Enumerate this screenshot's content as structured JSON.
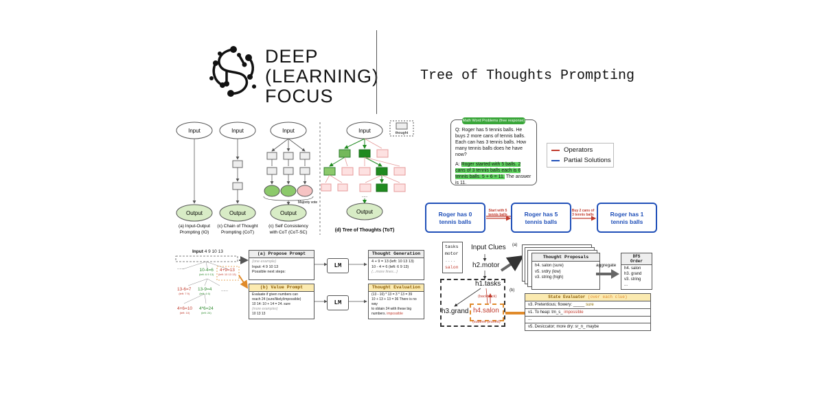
{
  "brand": {
    "line1": "DEEP",
    "line2": "(LEARNING)",
    "line3": "FOCUS"
  },
  "title": "Tree of Thoughts Prompting",
  "panel_a": {
    "input": "Input",
    "output": "Output",
    "caption1": "(a) Input-Output",
    "caption2": "Prompting (IO)"
  },
  "panel_c": {
    "input": "Input",
    "output": "Output",
    "dots": "......",
    "caption1": "(c) Chain of Thought",
    "caption2": "Prompting (CoT)"
  },
  "panel_sc": {
    "input": "Input",
    "output": "Output",
    "majority": "Majority vote",
    "caption1": "(c) Self Consistency",
    "caption2": "with CoT (CoT-SC)"
  },
  "panel_tot": {
    "input": "Input",
    "output": "Output",
    "legend": "thought",
    "dots": "......",
    "caption": "(d) Tree of Thoughts (ToT)"
  },
  "math": {
    "header": "Math Word Problems (free response)",
    "question": "Q: Roger has 5 tennis balls. He buys 2 more cans of tennis balls. Each can has 3 tennis balls. How many tennis balls does he have now?",
    "answer_prefix": "A:",
    "answer_highlight": "Roger started with 5 balls. 2 cans of 3 tennis balls each is 6 tennis balls. 5 + 6 = 11.",
    "answer_suffix": "The answer is 11."
  },
  "legend": {
    "operators": "Operators",
    "partial": "Partial Solutions",
    "operators_color": "#c0392b",
    "partial_color": "#1f4fb8"
  },
  "states": [
    {
      "l1": "Roger has 0",
      "l2": "tennis balls"
    },
    {
      "l1": "Roger has 5",
      "l2": "tennis balls"
    },
    {
      "l1": "Roger has 1",
      "l2": "tennis balls"
    }
  ],
  "operators": [
    {
      "l1": "Start with 5",
      "l2": "tennis balls"
    },
    {
      "l1": "Buy 2 cans of",
      "l2": "3 tennis balls"
    }
  ],
  "game24": {
    "input_label": "Input",
    "input_value": "4 9 10 13",
    "tree_dots": "......",
    "n1": "10-4=6",
    "n1s": "(left: 6 9 13)",
    "n2": "4+9=13",
    "n2s": "(left: 10 13 13)",
    "n3": "13-6=7",
    "n3s": "(left: 7 9)",
    "n4": "13-9=4",
    "n4s": "(left: 4 6)",
    "n5": "4+6=10",
    "n5s": "(left: 10)",
    "n6": "4*6=24",
    "n6s": "(left: 24)",
    "propose_title": "(a) Propose Prompt",
    "propose_lines": [
      "{one example}",
      "Input: 4 9 10 13",
      "Possible next steps:"
    ],
    "value_title": "(b) Value Prompt",
    "value_lines": [
      "Evaluate if given numbers can",
      "reach 24 (sure/likely/impossible)",
      "10 14: 10 + 14 = 24. sure",
      "{more examples}",
      "10 13 13"
    ],
    "lm": "LM",
    "gen_title": "Thought Generation",
    "gen_lines": [
      "4 + 9 = 13 (left: 10 13 13)",
      "10 - 4 = 6 (left: 6 9 13)",
      "{...more lines...}"
    ],
    "eval_title": "Thought Evaluation",
    "eval_lines": [
      "(13 - 10) * 13 = 3 * 13 = 39",
      "10 + 13 + 13 = 36 There is no way",
      "to obtain 24 with these big",
      "numbers."
    ],
    "eval_impossible": "impossible"
  },
  "crossword": {
    "grid": [
      "tasks",
      "motor",
      "....",
      "salon"
    ],
    "clues": "Input Clues",
    "h2": "h2.motor",
    "h1": "h1.tasks",
    "h3": "h3.grand",
    "h4": "h4.salon",
    "backtrack": "(backtrack)",
    "pruned": "(subtree pruned)",
    "label_a": "(a)",
    "label_b": "(b)",
    "proposals_title": "Thought Proposals",
    "proposals": [
      "h4. salon (sure)",
      "v5. srdry (low)",
      "v3. string (high)"
    ],
    "aggregate": "aggregate",
    "dfs_title1": "DFS",
    "dfs_title2": "Order",
    "dfs": [
      "h4. salon",
      "h3. grand",
      "v3. string"
    ],
    "dfs_more": "...",
    "evaluator_title": "State Evaluator",
    "evaluator_note": "(over each clue)",
    "eval_rows": [
      {
        "text": "v3. Pretentious; flowery: _____",
        "verdict": "sure"
      },
      {
        "text": "v1. To heap: tm_s_",
        "verdict": "impossible"
      },
      {
        "text": "...",
        "verdict": ""
      },
      {
        "text": "v5. Desiccator; more dry: sr_n_",
        "verdict": "maybe"
      }
    ]
  }
}
